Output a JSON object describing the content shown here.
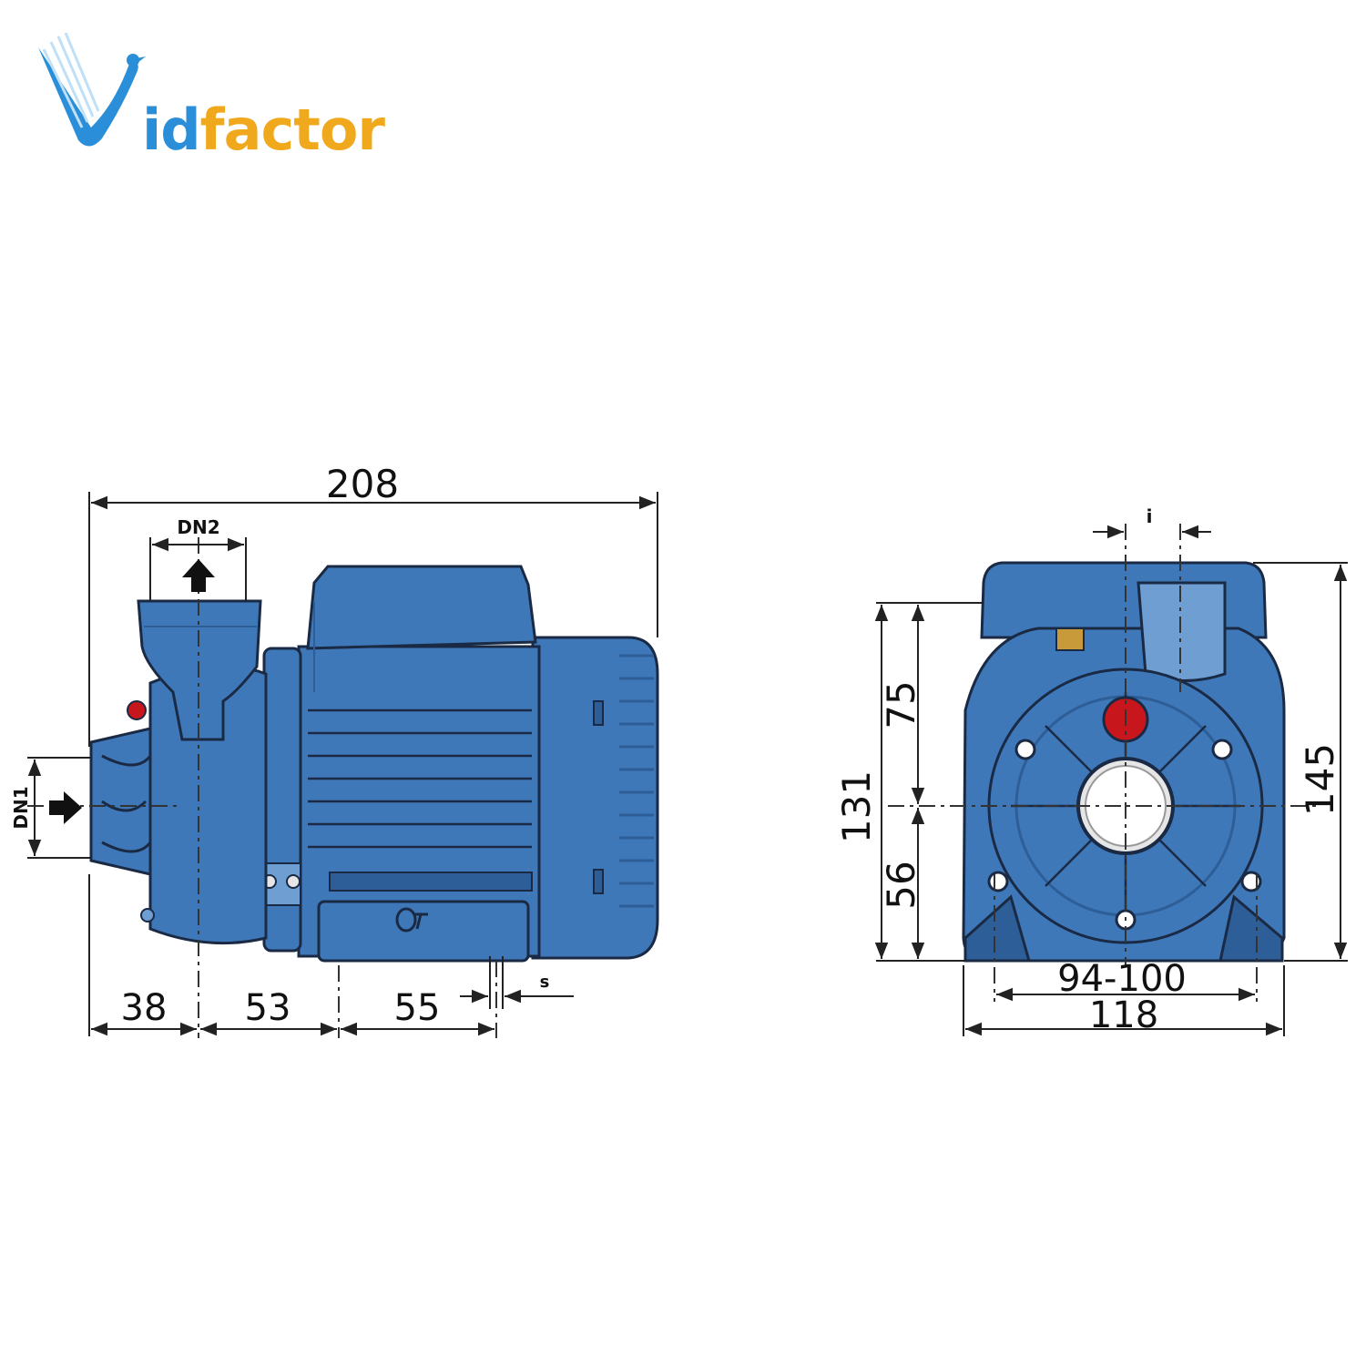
{
  "brand": {
    "name": "Vidfactor",
    "part_id": "id",
    "part_factor": "factor",
    "colors": {
      "blue": "#2a8fd8",
      "gold": "#f0a81c"
    }
  },
  "colors": {
    "pump_body": "#3f78b8",
    "pump_shade": "#2d5e98",
    "pump_light": "#6f9fd2",
    "outline": "#1a2a44",
    "dim_line": "#222222",
    "center_line": "#333333",
    "red_cap": "#c8161d",
    "brass": "#c89a3a",
    "port": "#e6e6e6"
  },
  "side_view": {
    "overall_length": "208",
    "outlet_label": "DN2",
    "inlet_label": "DN1",
    "foot_gap_label": "s",
    "bottom_dims": [
      "38",
      "53",
      "55"
    ]
  },
  "front_view": {
    "top_gap_label": "i",
    "total_height": "145",
    "shaft_height": "131",
    "upper_height": "75",
    "lower_height": "56",
    "foot_spacing": "94-100",
    "base_width": "118"
  }
}
